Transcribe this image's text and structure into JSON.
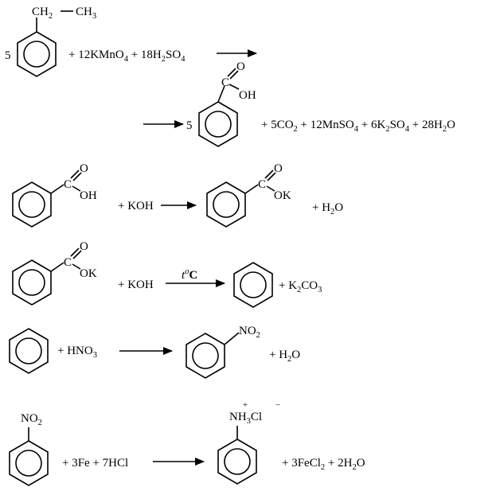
{
  "reaction1": {
    "coef_left": "5",
    "substituent_ch2": "CH",
    "substituent_ch2_sub": "2",
    "substituent_ch3": "CH",
    "substituent_ch3_sub": "3",
    "term1": "+ 12KMnO",
    "term1_sub": "4",
    "term2": " + 18H",
    "term2_sub1": "2",
    "term2_b": "SO",
    "term2_sub2": "4",
    "coef_right": "5",
    "carbonyl_c": "C",
    "carbonyl_o": "O",
    "hydroxyl": "OH",
    "p1": "+ 5CO",
    "p1_sub": "2",
    "p2": " + 12MnSO",
    "p2_sub": "4",
    "p3": " + 6K",
    "p3_sub1": "2",
    "p3_b": "SO",
    "p3_sub2": "4",
    "p4": " + 28H",
    "p4_sub": "2",
    "p4_b": "O"
  },
  "reaction2": {
    "carbonyl_c": "C",
    "carbonyl_o": "O",
    "hydroxyl": "OH",
    "reagent": "+ KOH",
    "prod_c": "C",
    "prod_o": "O",
    "prod_ok": "OK",
    "byproduct": "+ H",
    "byproduct_sub": "2",
    "byproduct_b": "O"
  },
  "reaction3": {
    "carbonyl_c": "C",
    "carbonyl_o": "O",
    "ok": "OK",
    "reagent": "+ KOH",
    "condition_t": "t",
    "condition_o": "o",
    "condition_c": "C",
    "product": "+ K",
    "product_sub1": "2",
    "product_b": "CO",
    "product_sub2": "3"
  },
  "reaction4": {
    "reagent": "+ HNO",
    "reagent_sub": "3",
    "nitro": "NO",
    "nitro_sub": "2",
    "byproduct": "+ H",
    "byproduct_sub": "2",
    "byproduct_b": "O"
  },
  "reaction5": {
    "nitro": "NO",
    "nitro_sub": "2",
    "reagents": "+ 3Fe + 7HCl",
    "amm": "NH",
    "amm_sub": "3",
    "amm_plus": "+",
    "chloride": "Cl",
    "chloride_minus": "−",
    "p1": "+ 3FeCl",
    "p1_sub": "2",
    "p2": " + 2H",
    "p2_sub": "2",
    "p2_b": "O"
  }
}
